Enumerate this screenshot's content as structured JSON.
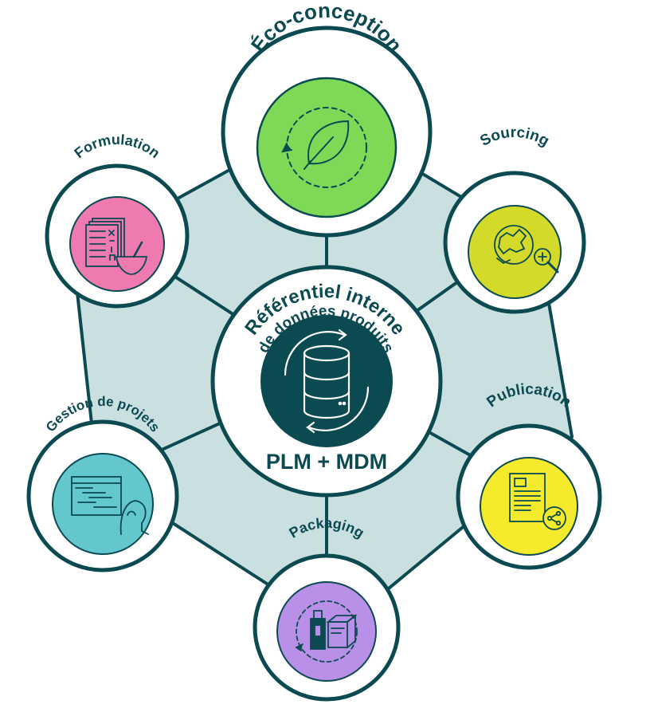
{
  "center": {
    "title_line1": "Référentiel interne",
    "title_line2": "de données produits",
    "subtitle": "PLM + MDM",
    "icon": "database-sync-icon"
  },
  "modules": [
    {
      "label": "Éco-conception",
      "icon": "leaf-cycle-icon",
      "color": "#7ed957"
    },
    {
      "label": "Sourcing",
      "icon": "europe-map-search-icon",
      "color": "#d4da2a"
    },
    {
      "label": "Publication",
      "icon": "document-share-icon",
      "color": "#f5ea2c"
    },
    {
      "label": "Packaging",
      "icon": "bottle-box-cycle-icon",
      "color": "#b990e8"
    },
    {
      "label": "Gestion de projets",
      "icon": "gantt-person-icon",
      "color": "#64c7ce"
    },
    {
      "label": "Formulation",
      "icon": "recipe-bowl-icon",
      "color": "#ee7ab0"
    }
  ],
  "colors": {
    "ring_fill": "#c9dfe0",
    "outline": "#0c4a52",
    "center_disc": "#0c4a52"
  }
}
